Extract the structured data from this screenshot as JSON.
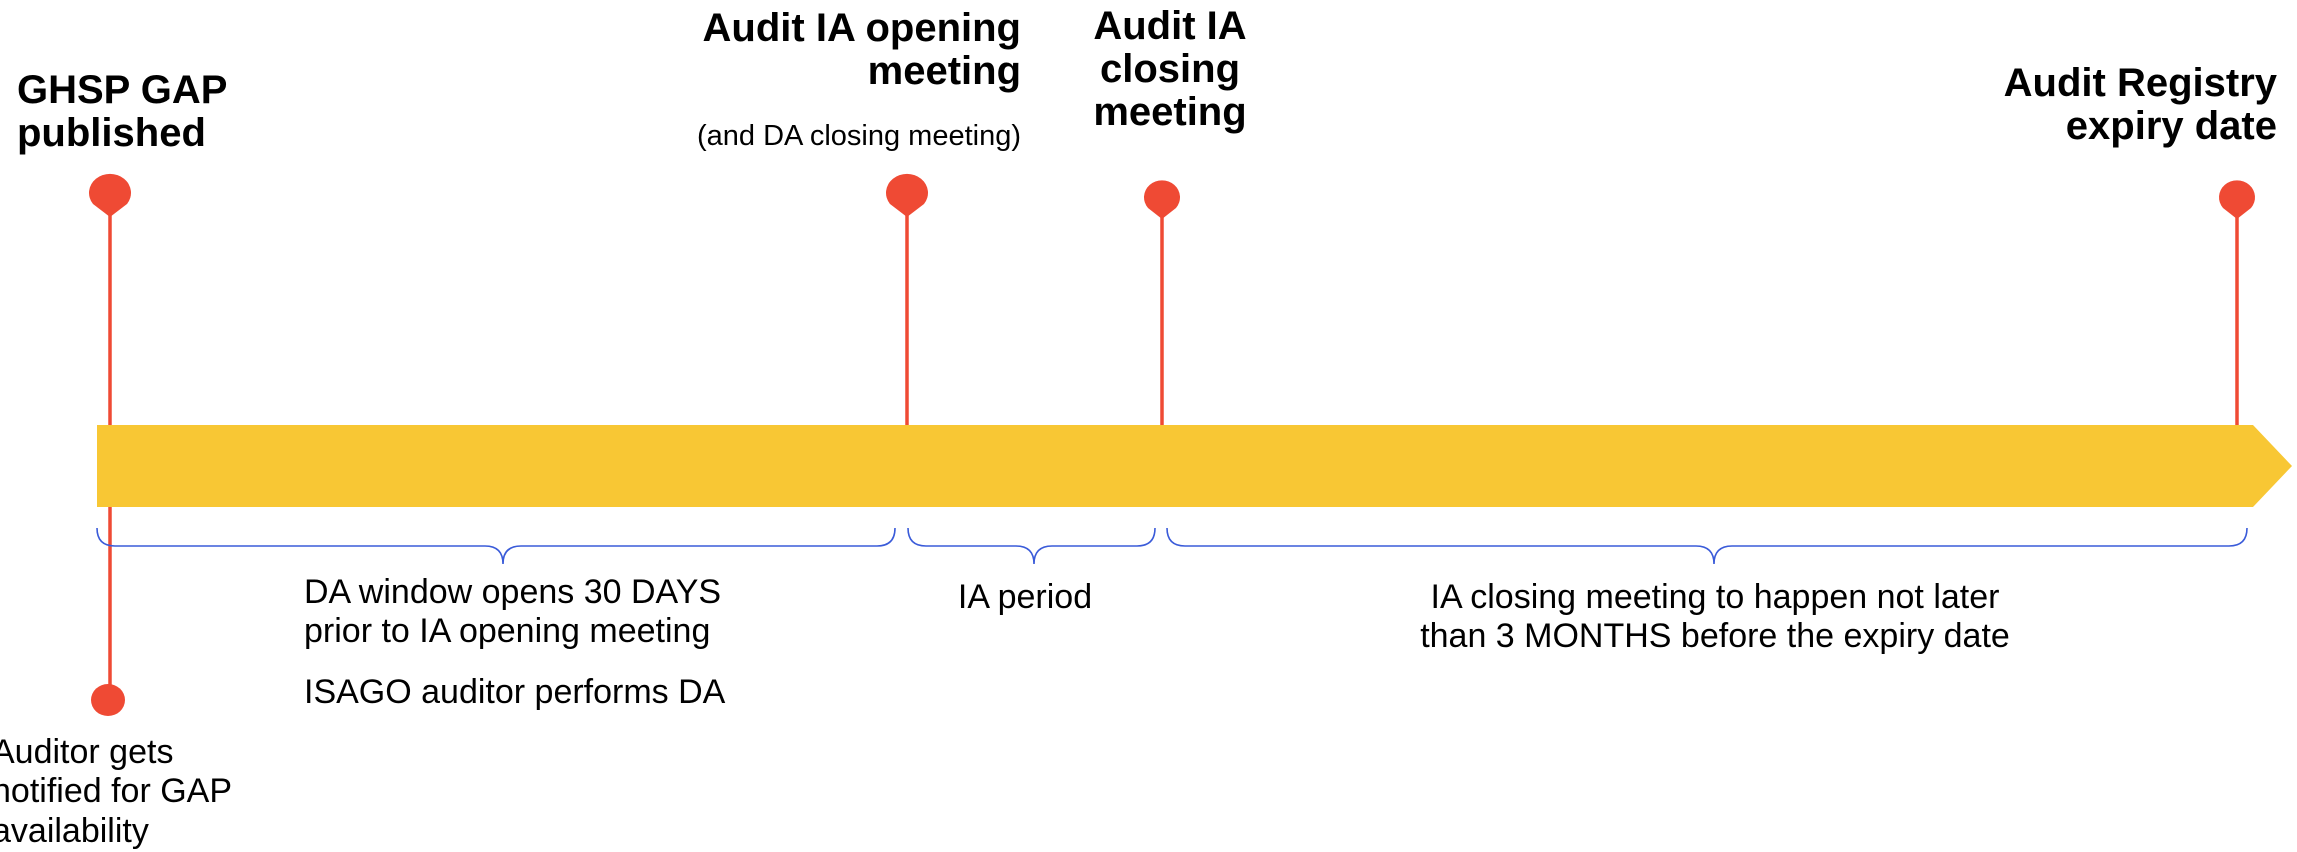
{
  "colors": {
    "milestone": "#EF4A34",
    "arrow": "#F8C734",
    "brace": "#3A5BD9",
    "text": "#000000"
  },
  "milestones": [
    {
      "id": "gap-published",
      "title": "GHSP GAP\npublished",
      "note": ""
    },
    {
      "id": "ia-opening",
      "title": "Audit IA opening\nmeeting",
      "note": "(and DA closing meeting)"
    },
    {
      "id": "ia-closing",
      "title": "Audit IA\nclosing\nmeeting",
      "note": ""
    },
    {
      "id": "registry-expiry",
      "title": "Audit Registry\nexpiry date",
      "note": ""
    }
  ],
  "below_milestone": {
    "label": "Auditor gets\nnotified for GAP\navailability"
  },
  "periods": [
    {
      "id": "da-window",
      "lines": "DA window opens  30 DAYS\nprior to  IA opening meeting",
      "extra": "ISAGO auditor performs DA"
    },
    {
      "id": "ia-period",
      "lines": "IA period",
      "extra": ""
    },
    {
      "id": "closing-window",
      "lines": "IA closing meeting to happen not later\nthan 3 MONTHS before the expiry date",
      "extra": ""
    }
  ]
}
